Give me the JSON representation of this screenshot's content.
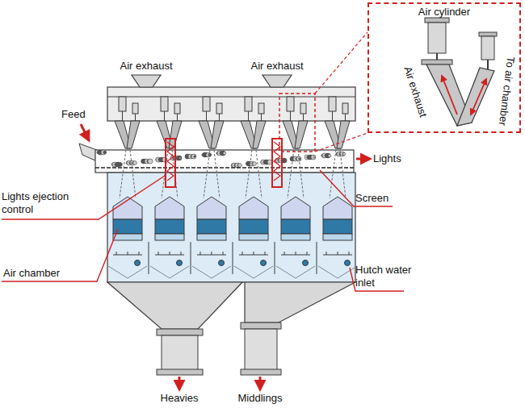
{
  "diagram": {
    "nodes": [
      {
        "text": [
          "Air cylinder",
          "Air exhaust",
          "To air chamber"
        ]
      }
    ],
    "labels": [
      "Air exhaust",
      "Air exhaust",
      "Feed",
      "Lights",
      "Lights ejection control",
      "Screen",
      "Air chamber",
      "Hutch water inlet",
      "Heavies",
      "Middlings"
    ]
  }
}
